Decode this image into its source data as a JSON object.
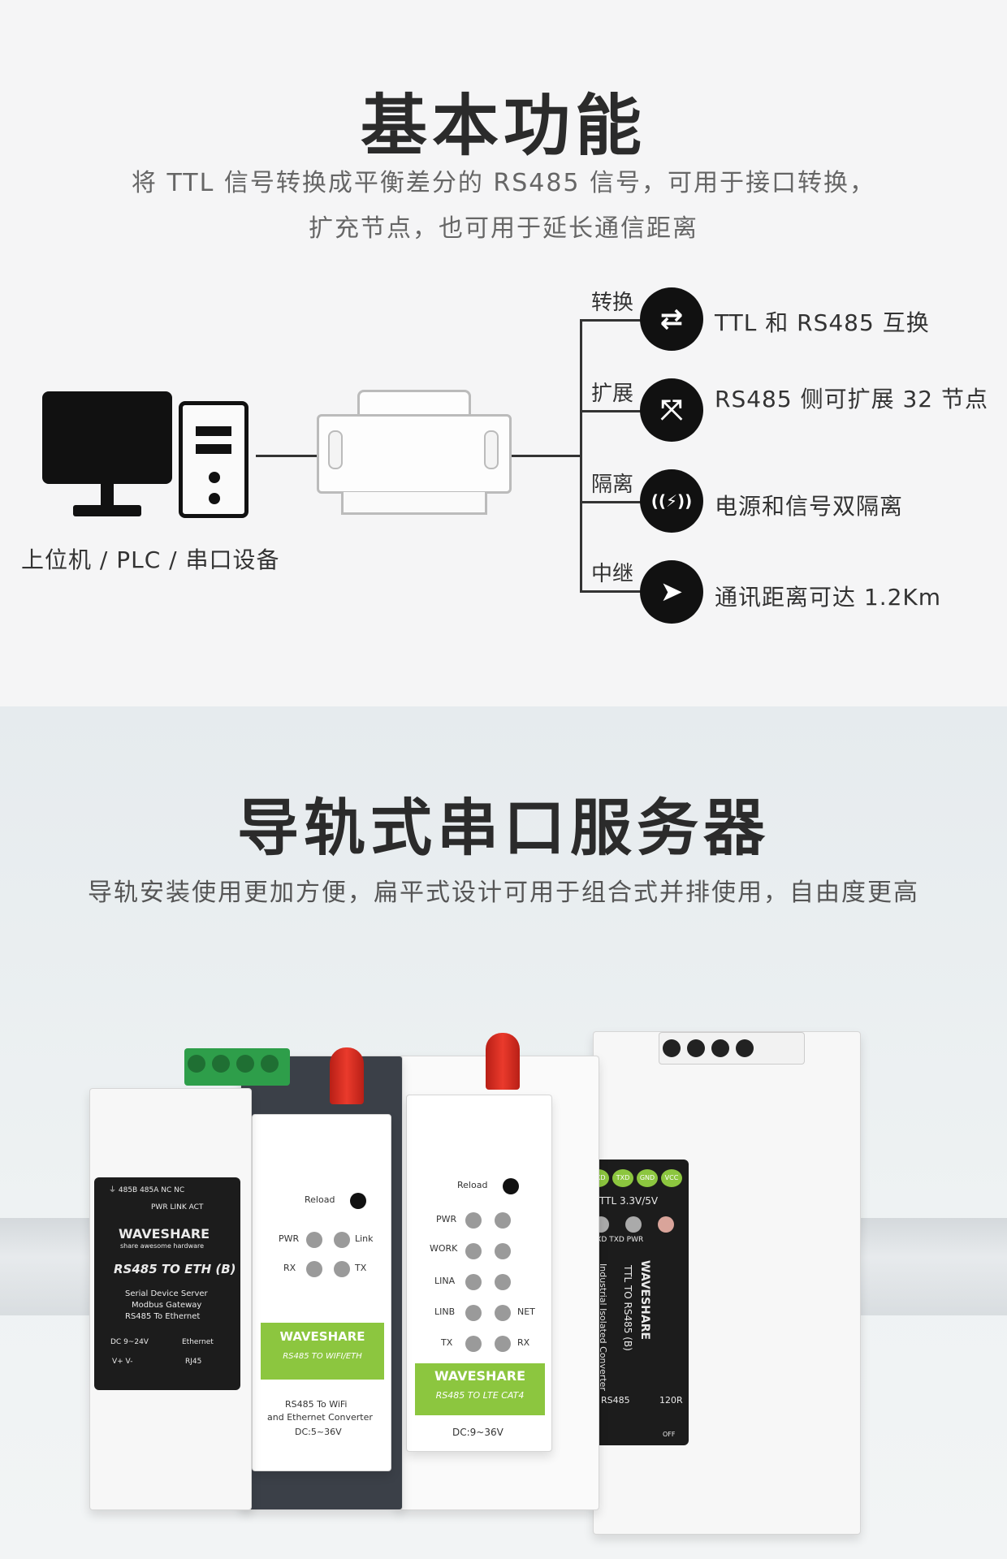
{
  "section1": {
    "title": "基本功能",
    "subtitle_line1": "将 TTL 信号转换成平衡差分的 RS485 信号，可用于接口转换，",
    "subtitle_line2": "扩充节点，也可用于延长通信距离",
    "host_label": "上位机 / PLC / 串口设备",
    "branches": [
      {
        "label": "转换",
        "icon": "arrows-swap-icon",
        "glyph": "⇄",
        "text": "TTL 和 RS485 互换"
      },
      {
        "label": "扩展",
        "icon": "expand-arrows-icon",
        "glyph": "⤧",
        "text": "RS485 侧可扩展 32 节点"
      },
      {
        "label": "隔离",
        "icon": "isolation-signal-icon",
        "glyph": "((⚡))",
        "text": "电源和信号双隔离"
      },
      {
        "label": "中继",
        "icon": "send-relay-icon",
        "glyph": "➤",
        "text": "通讯距离可达 1.2Km"
      }
    ]
  },
  "section2": {
    "title": "导轨式串口服务器",
    "subtitle": "导轨安装使用更加方便，扁平式设计可用于组合式并排使用，自由度更高",
    "modules": {
      "eth": {
        "header_pins": "⏚ 485B 485A NC NC",
        "leds": "PWR LINK ACT",
        "brand": "WAVESHARE",
        "tagline": "share awesome hardware",
        "model": "RS485 TO ETH (B)",
        "desc1": "Serial Device Server",
        "desc2": "Modbus Gateway",
        "desc3": "RS485 To Ethernet",
        "power": "DC 9~24V",
        "port": "Ethernet",
        "pins": "V+ V-",
        "rj45": "RJ45"
      },
      "wifi": {
        "reload": "Reload",
        "pwr": "PWR",
        "link": "Link",
        "rx": "RX",
        "tx": "TX",
        "brand": "WAVESHARE",
        "model": "RS485 TO WIFI/ETH",
        "desc1": "RS485 To WiFi",
        "desc2": "and Ethernet Converter",
        "power": "DC:5~36V"
      },
      "lte": {
        "reload": "Reload",
        "pwr": "PWR",
        "work": "WORK",
        "lina": "LINA",
        "linb": "LINB",
        "net": "NET",
        "tx": "TX",
        "rx": "RX",
        "brand": "WAVESHARE",
        "model": "RS485 TO LTE CAT4",
        "power": "DC:9~36V"
      },
      "ttl": {
        "pins": [
          "RXD",
          "TXD",
          "GND",
          "VCC"
        ],
        "ttl_label": "TTL  3.3V/5V",
        "leds": "RXD  TXD  PWR",
        "brand": "WAVESHARE",
        "model": "TTL TO RS485 (B)",
        "desc": "Industrial Isolated Converter",
        "rs485": "RS485",
        "r120": "120R",
        "off": "OFF"
      }
    }
  }
}
